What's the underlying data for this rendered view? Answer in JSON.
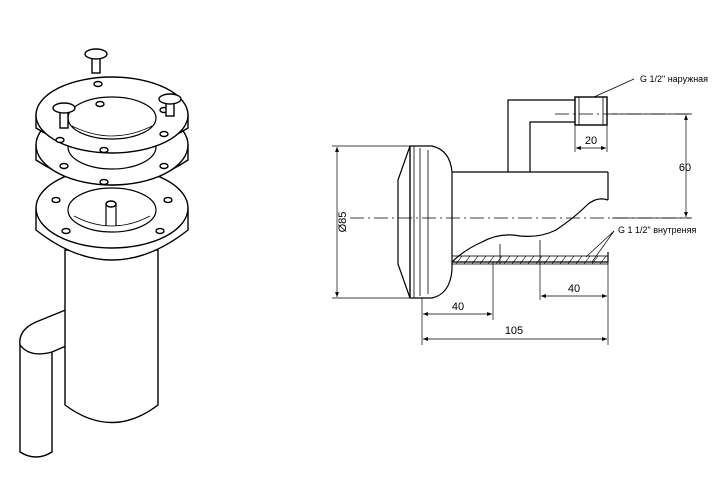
{
  "diagram": {
    "dimensions": {
      "diameter": "Ø85",
      "flange_width": "40",
      "thread_length": "20",
      "offset": "60",
      "pipe_length": "40",
      "total_length": "105"
    },
    "callouts": {
      "outer_thread": "G 1/2\" наружная",
      "inner_thread": "G 1 1/2\" внутреняя"
    }
  }
}
